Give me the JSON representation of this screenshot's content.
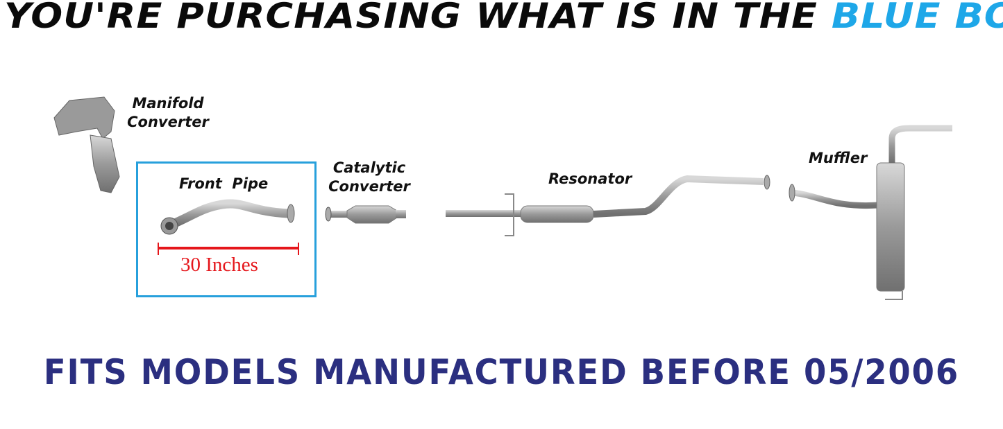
{
  "header": {
    "title_prefix": "YOU'RE PURCHASING WHAT IS IN THE",
    "title_highlight": "BLUE BOX"
  },
  "parts": {
    "manifold": "Manifold Converter",
    "front_pipe": "Front  Pipe",
    "catalytic": "Catalytic Converter",
    "resonator": "Resonator",
    "muffler": "Muffler"
  },
  "measurement": "30 Inches",
  "footer": "FITS MODELS MANUFACTURED BEFORE 05/2006",
  "colors": {
    "highlight": "#1ea7e8",
    "box": "#27a0dc",
    "footer": "#2b2f80",
    "measure": "#e5161b"
  }
}
